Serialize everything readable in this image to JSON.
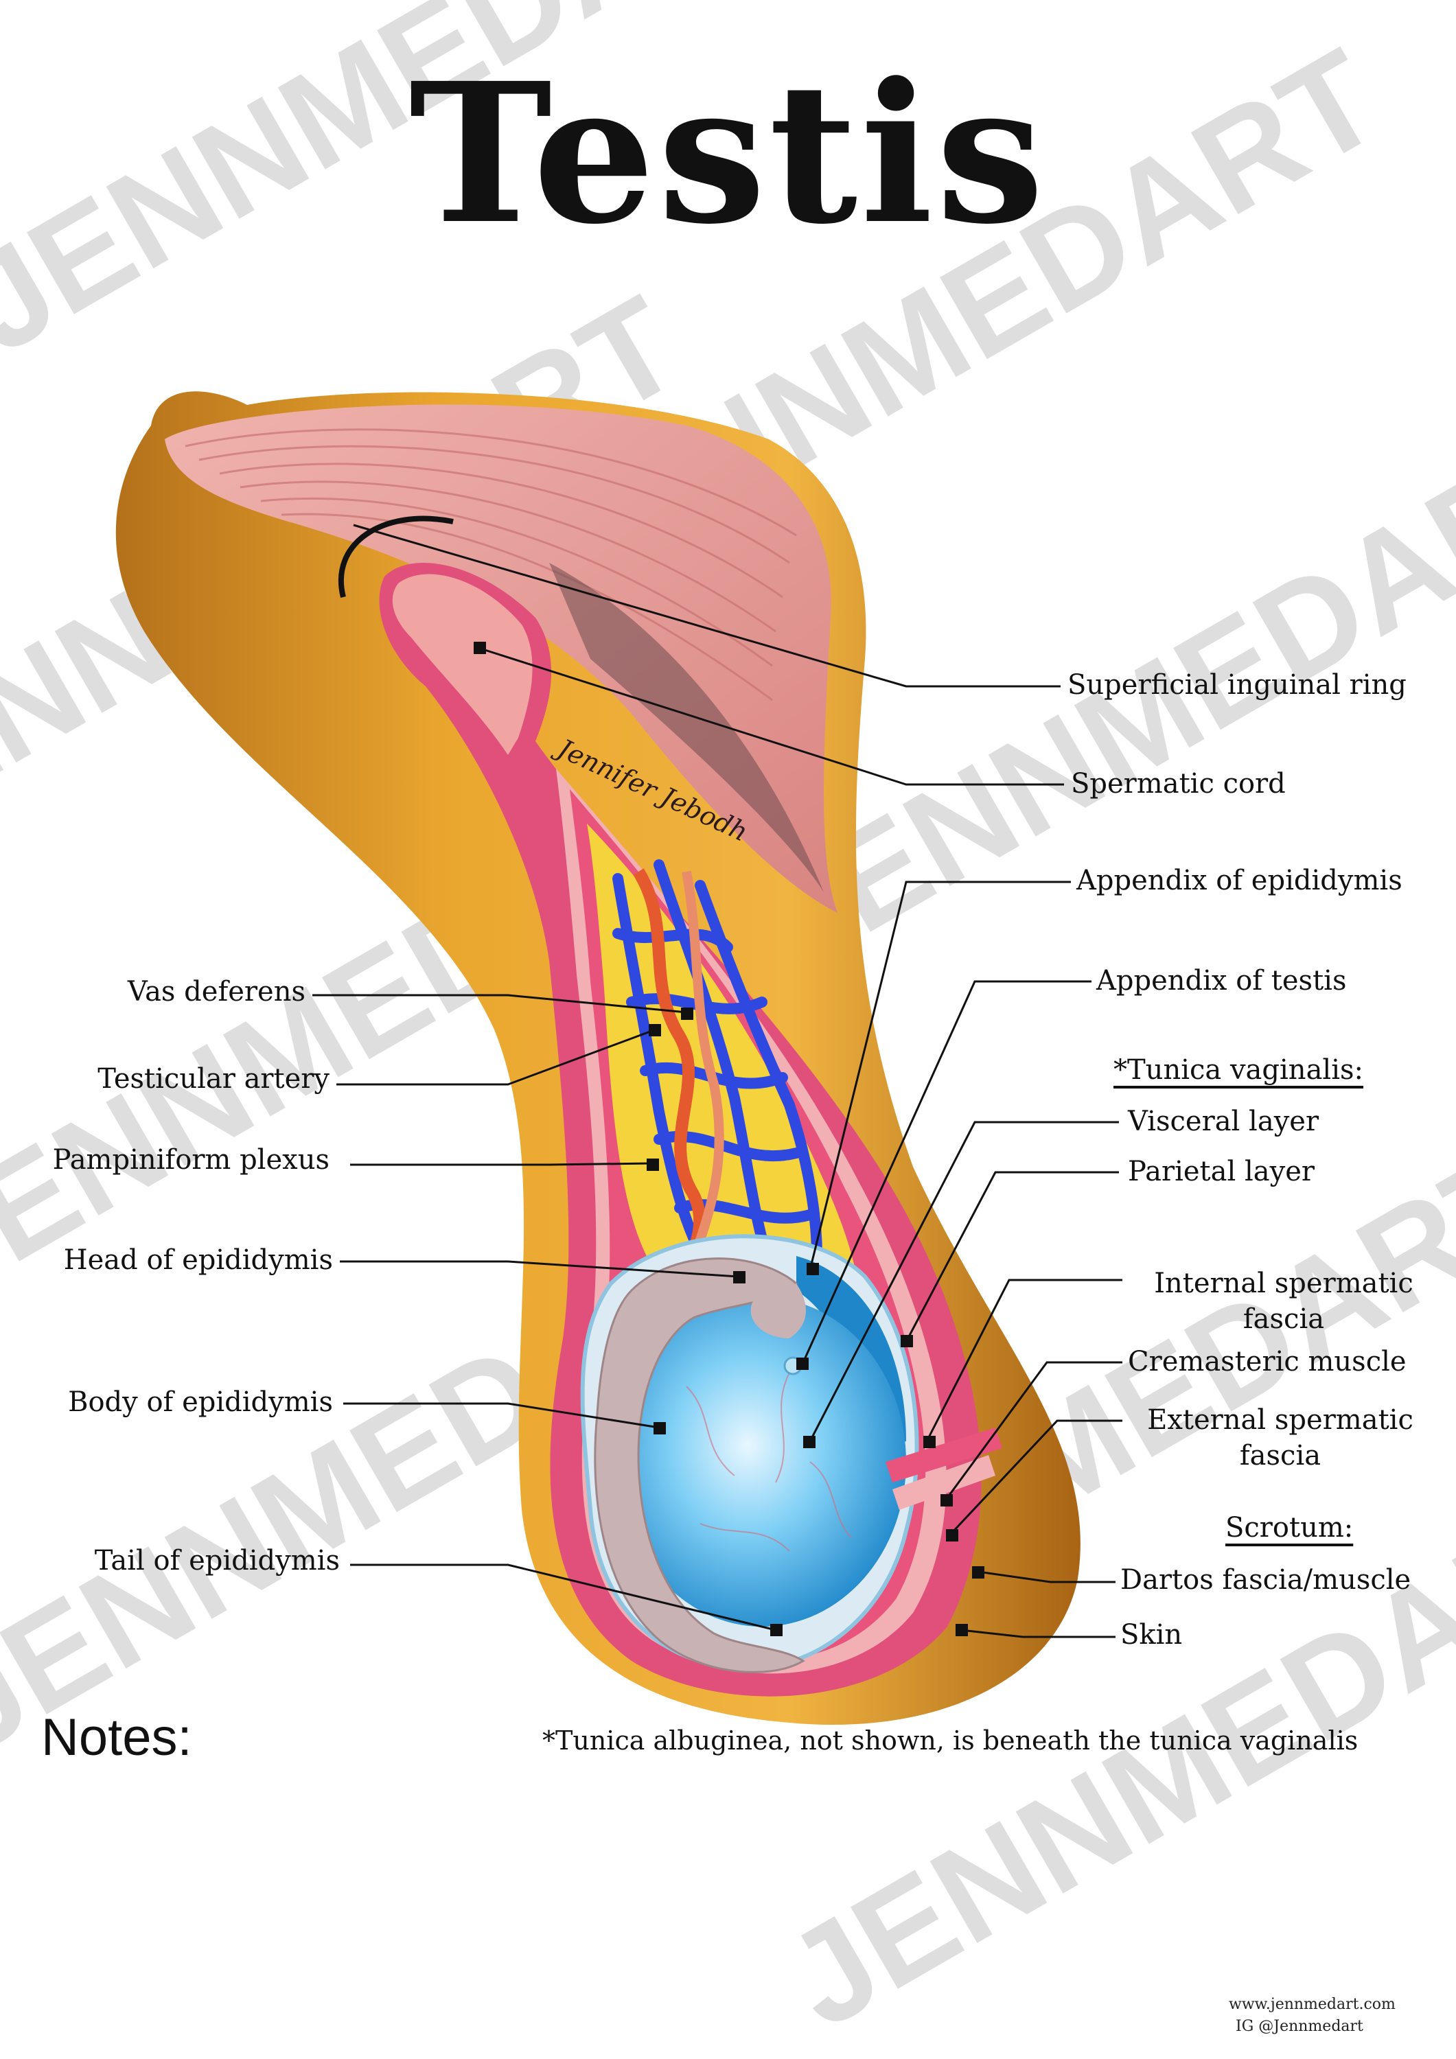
{
  "title": "Testis",
  "watermark": "JENNMEDART",
  "signature": "Jennifer Jebodh",
  "labels": {
    "superficial_inguinal_ring": "Superficial inguinal ring",
    "spermatic_cord": "Spermatic cord",
    "appendix_of_epididymis": "Appendix of epididymis",
    "appendix_of_testis": "Appendix of testis",
    "tunica_vaginalis_header": "*Tunica vaginalis:",
    "visceral_layer": "Visceral layer",
    "parietal_layer": "Parietal layer",
    "internal_spermatic_fascia_1": "Internal spermatic",
    "internal_spermatic_fascia_2": "fascia",
    "cremasteric_muscle": "Cremasteric muscle",
    "external_spermatic_fascia_1": "External spermatic",
    "external_spermatic_fascia_2": "fascia",
    "scrotum_header": "Scrotum:",
    "dartos": "Dartos fascia/muscle",
    "skin": "Skin",
    "vas_deferens": "Vas deferens",
    "testicular_artery": "Testicular artery",
    "pampiniform_plexus": "Pampiniform plexus",
    "head_of_epididymis": "Head of epididymis",
    "body_of_epididymis": "Body of epididymis",
    "tail_of_epididymis": "Tail of epididymis"
  },
  "notes_label": "Notes:",
  "footnote": "*Tunica albuginea, not shown, is beneath the tunica vaginalis",
  "footer": {
    "website": "www.jennmedart.com",
    "instagram": "IG @Jennmedart"
  },
  "colors": {
    "skin": "#e0a22b",
    "muscle": "#e8a3a1",
    "fascia": "#e84b76",
    "fat": "#f2d437",
    "vein": "#2f49e0",
    "artery": "#e5592f",
    "testis": "#39a5e3",
    "epididymis": "#c7b2b4"
  }
}
